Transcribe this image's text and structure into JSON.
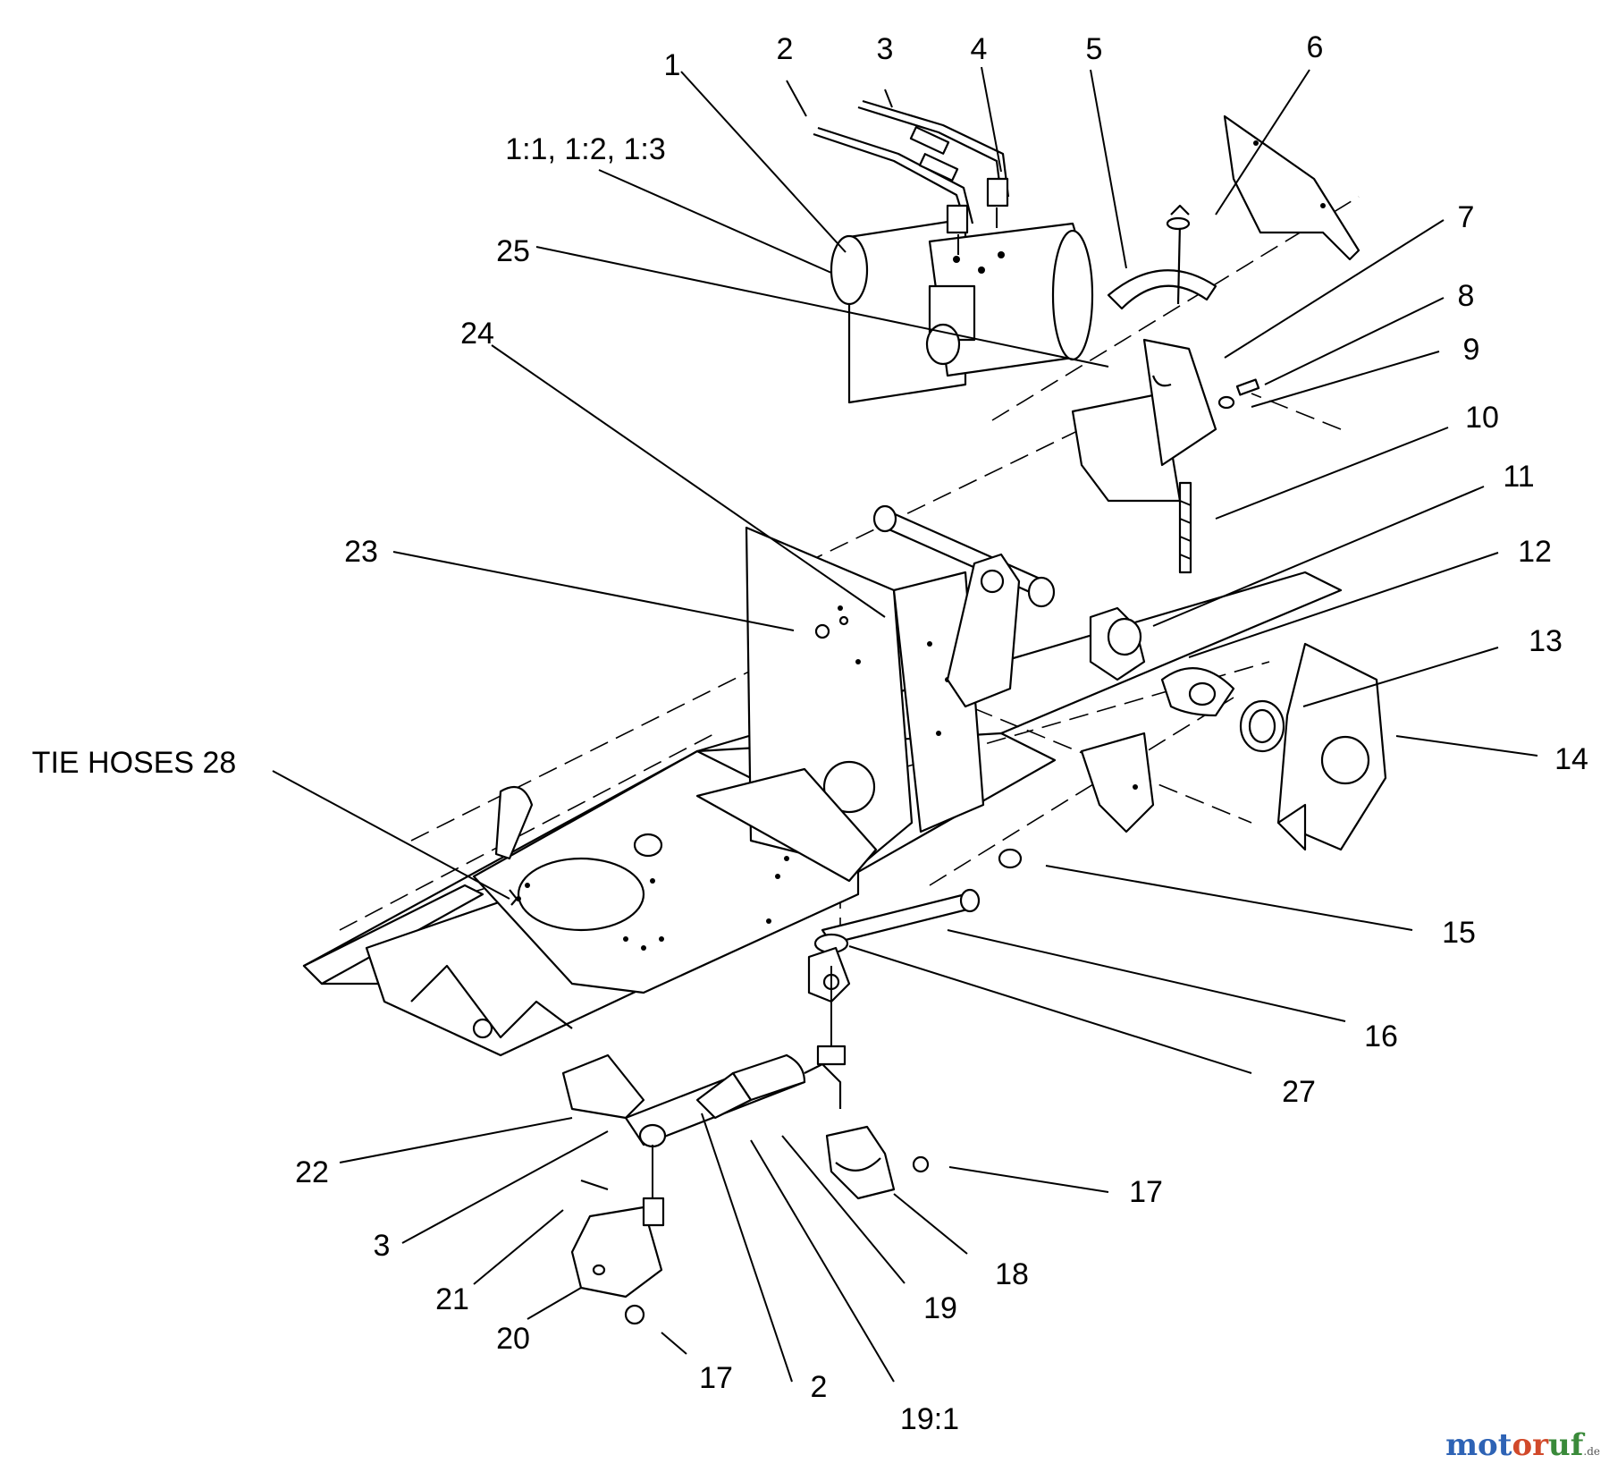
{
  "callouts": [
    {
      "id": "c1",
      "text": "1"
    },
    {
      "id": "c2",
      "text": "2"
    },
    {
      "id": "c3",
      "text": "3"
    },
    {
      "id": "c4",
      "text": "4"
    },
    {
      "id": "c5",
      "text": "5"
    },
    {
      "id": "c6",
      "text": "6"
    },
    {
      "id": "c1x",
      "text": "1:1, 1:2, 1:3"
    },
    {
      "id": "c25",
      "text": "25"
    },
    {
      "id": "c7",
      "text": "7"
    },
    {
      "id": "c8",
      "text": "8"
    },
    {
      "id": "c9",
      "text": "9"
    },
    {
      "id": "c24",
      "text": "24"
    },
    {
      "id": "c10",
      "text": "10"
    },
    {
      "id": "c11",
      "text": "11"
    },
    {
      "id": "c23",
      "text": "23"
    },
    {
      "id": "c12",
      "text": "12"
    },
    {
      "id": "c13",
      "text": "13"
    },
    {
      "id": "c14",
      "text": "14"
    },
    {
      "id": "c28",
      "text": "TIE HOSES 28"
    },
    {
      "id": "c15",
      "text": "15"
    },
    {
      "id": "c16",
      "text": "16"
    },
    {
      "id": "c27",
      "text": "27"
    },
    {
      "id": "c22",
      "text": "22"
    },
    {
      "id": "c17a",
      "text": "17"
    },
    {
      "id": "c3b",
      "text": "3"
    },
    {
      "id": "c18",
      "text": "18"
    },
    {
      "id": "c21",
      "text": "21"
    },
    {
      "id": "c19",
      "text": "19"
    },
    {
      "id": "c20",
      "text": "20"
    },
    {
      "id": "c17b",
      "text": "17"
    },
    {
      "id": "c2b",
      "text": "2"
    },
    {
      "id": "c19x",
      "text": "19:1"
    }
  ],
  "watermark": {
    "part_a": "mot",
    "part_b": "or",
    "part_c": "uf",
    "tld": ".de"
  }
}
